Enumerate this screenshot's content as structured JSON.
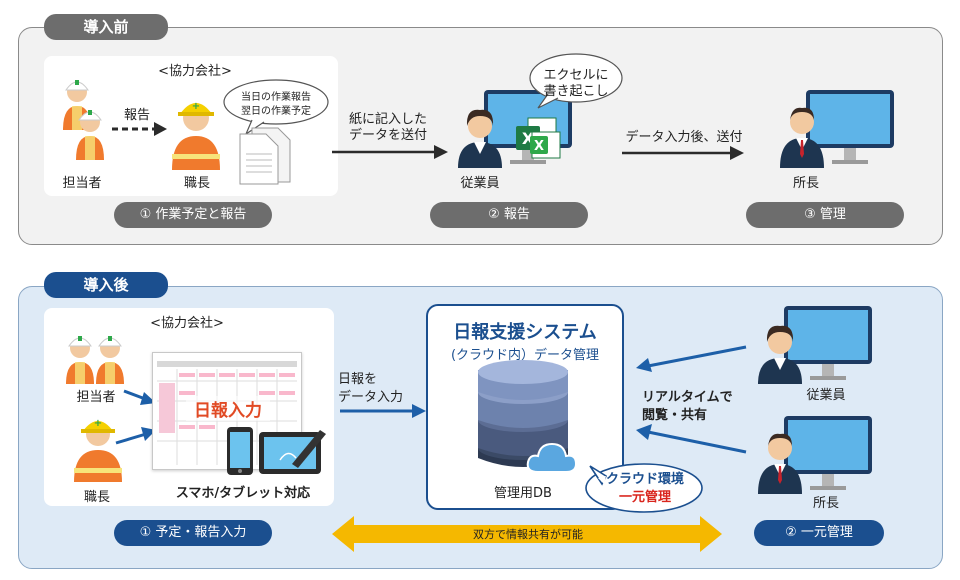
{
  "before": {
    "tab": "導入前",
    "company": "<協力会社>",
    "tantousha": "担当者",
    "report": "報告",
    "shokucho": "職長",
    "bubble_line1": "当日の作業報告",
    "bubble_line2": "翌日の作業予定",
    "send_line1": "紙に記入した",
    "send_line2": "データを送付",
    "excel_line1": "エクセルに",
    "excel_line2": "書き起こし",
    "employee": "従業員",
    "input_send": "データ入力後、送付",
    "manager": "所長",
    "step1": "① 作業予定と報告",
    "step2": "② 報告",
    "step3": "③ 管理"
  },
  "after": {
    "tab": "導入後",
    "company": "<協力会社>",
    "tantousha": "担当者",
    "shokucho": "職長",
    "app_title": "日報入力",
    "device": "スマホ/タブレット対応",
    "input_line1": "日報を",
    "input_line2": "データ入力",
    "system_title": "日報支援システム",
    "system_sub": "(クラウド内）データ管理",
    "db_label": "管理用DB",
    "cloud_line1": "クラウド環境",
    "cloud_line2": "一元管理",
    "realtime_line1": "リアルタイムで",
    "realtime_line2": "閲覧・共有",
    "employee": "従業員",
    "manager": "所長",
    "step1": "① 予定・報告入力",
    "step2": "② 一元管理",
    "share": "双方で情報共有が可能"
  },
  "colors": {
    "before_tab": "#6d6d6d",
    "before_panel": "#f2f2f2",
    "after_tab": "#1b4f8f",
    "after_panel": "#deeaf6",
    "arrow": "#2b2b2b",
    "blue_arrow": "#1d5fa8",
    "accent_red": "#d9251d",
    "yellow": "#f5b800",
    "share_arrow": "#f5b800"
  }
}
